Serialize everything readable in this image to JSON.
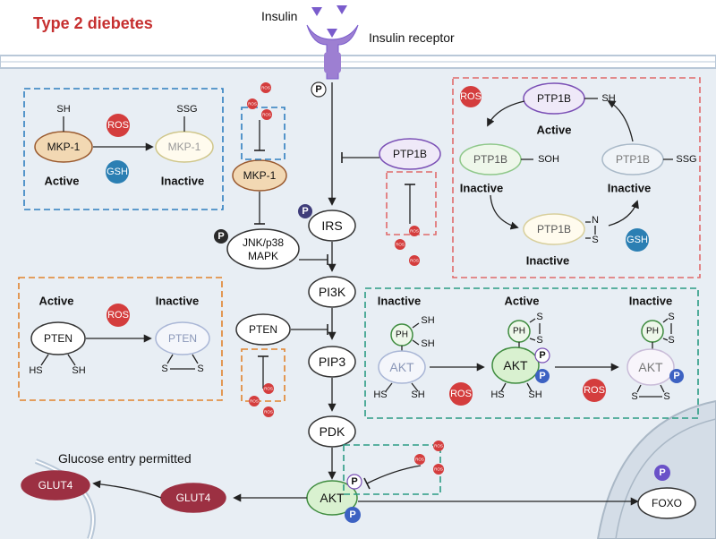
{
  "title": "Type 2 diebetes",
  "insulin": {
    "ligand": "Insulin",
    "receptor": "Insulin receptor"
  },
  "glucose_text": "Glucose entry permitted",
  "nodes": {
    "p": "P",
    "irs": "IRS",
    "jnk1": "JNK/p38",
    "jnk2": "MAPK",
    "pi3k": "PI3K",
    "pip3": "PIP3",
    "pdk": "PDK",
    "akt": "AKT",
    "ptp1b": "PTP1B",
    "mkp1": "MKP-1",
    "pten": "PTEN",
    "glut4": "GLUT4",
    "foxo": "FOXO"
  },
  "labels": {
    "active": "Active",
    "inactive": "Inactive",
    "ros": "ROS",
    "gsh": "GSH",
    "ph": "PH",
    "sh": "SH",
    "hs": "HS",
    "ssg": "SSG",
    "soh": "SOH",
    "s": "S",
    "n": "N",
    "p": "P"
  },
  "colors": {
    "title": "#c62f2f",
    "ros": "#d43d3d",
    "gsh": "#2b7fb3",
    "p_blue": "#3d62c2",
    "p_dark": "#2a2a2a",
    "mkp_fill": "#f2d8b3",
    "mkp_stroke": "#9a5a2f",
    "ptp_fill": "#efe9f8",
    "ptp_stroke": "#7a4fb5",
    "akt_fill": "#d9f1d0",
    "akt_stroke": "#3f8c3f",
    "glut_fill": "#9c3042",
    "blue_box": "#2f7fbf",
    "orange_box": "#e1832d",
    "pink_box": "#e06a6a",
    "teal_box": "#2a9b83",
    "membrane": "#b9c8d8",
    "cell": "#e8eef4"
  }
}
